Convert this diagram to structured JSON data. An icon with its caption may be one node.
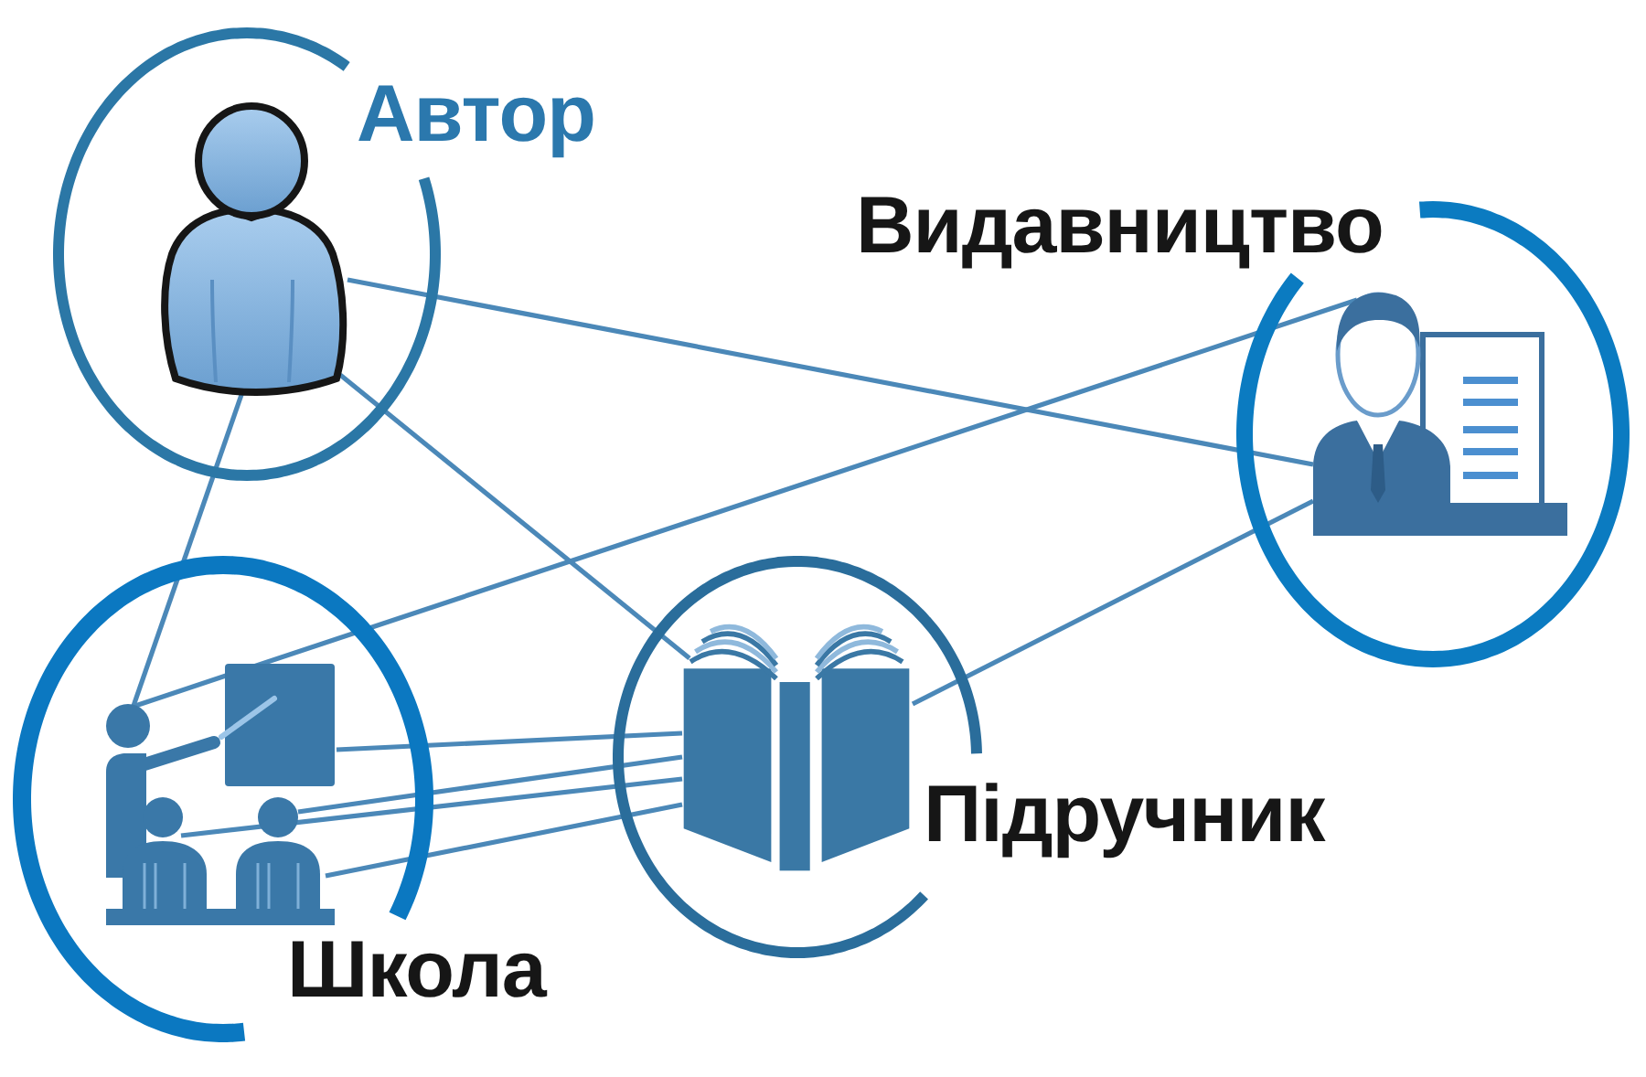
{
  "diagram": {
    "nodes": [
      {
        "text": [
          "Автор"
        ]
      },
      {
        "text": [
          "Видавництво"
        ]
      },
      {
        "text": [
          "Школа"
        ]
      },
      {
        "text": [
          "Підручник"
        ]
      }
    ],
    "edges": [
      {
        "from": 0,
        "to": 1,
        "arrow": "none"
      },
      {
        "from": 0,
        "to": 2,
        "arrow": "none"
      },
      {
        "from": 0,
        "to": 3,
        "arrow": "none"
      },
      {
        "from": 2,
        "to": 1,
        "arrow": "none"
      },
      {
        "from": 2,
        "to": 3,
        "arrow": "none"
      },
      {
        "from": 2,
        "to": 3,
        "arrow": "none"
      },
      {
        "from": 2,
        "to": 3,
        "arrow": "none"
      },
      {
        "from": 2,
        "to": 3,
        "arrow": "none"
      },
      {
        "from": 3,
        "to": 1,
        "arrow": "none"
      }
    ]
  }
}
